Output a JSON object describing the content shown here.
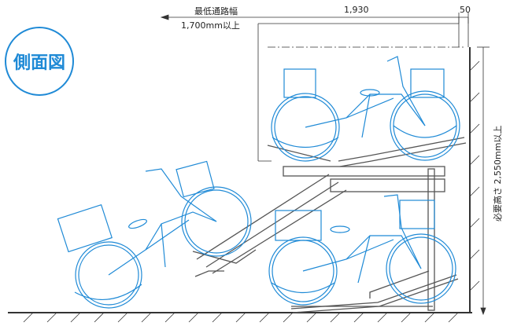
{
  "badge": {
    "label": "側面図"
  },
  "dimensions": {
    "passage_title": "最低通路幅",
    "passage_value": "1,700mm以上",
    "width_value": "1,930",
    "gap_value": "50",
    "height_value": "必要高さ 2,550mm以上"
  },
  "colors": {
    "bike": "#1f8ad6",
    "rack": "#555555",
    "line": "#333333"
  }
}
